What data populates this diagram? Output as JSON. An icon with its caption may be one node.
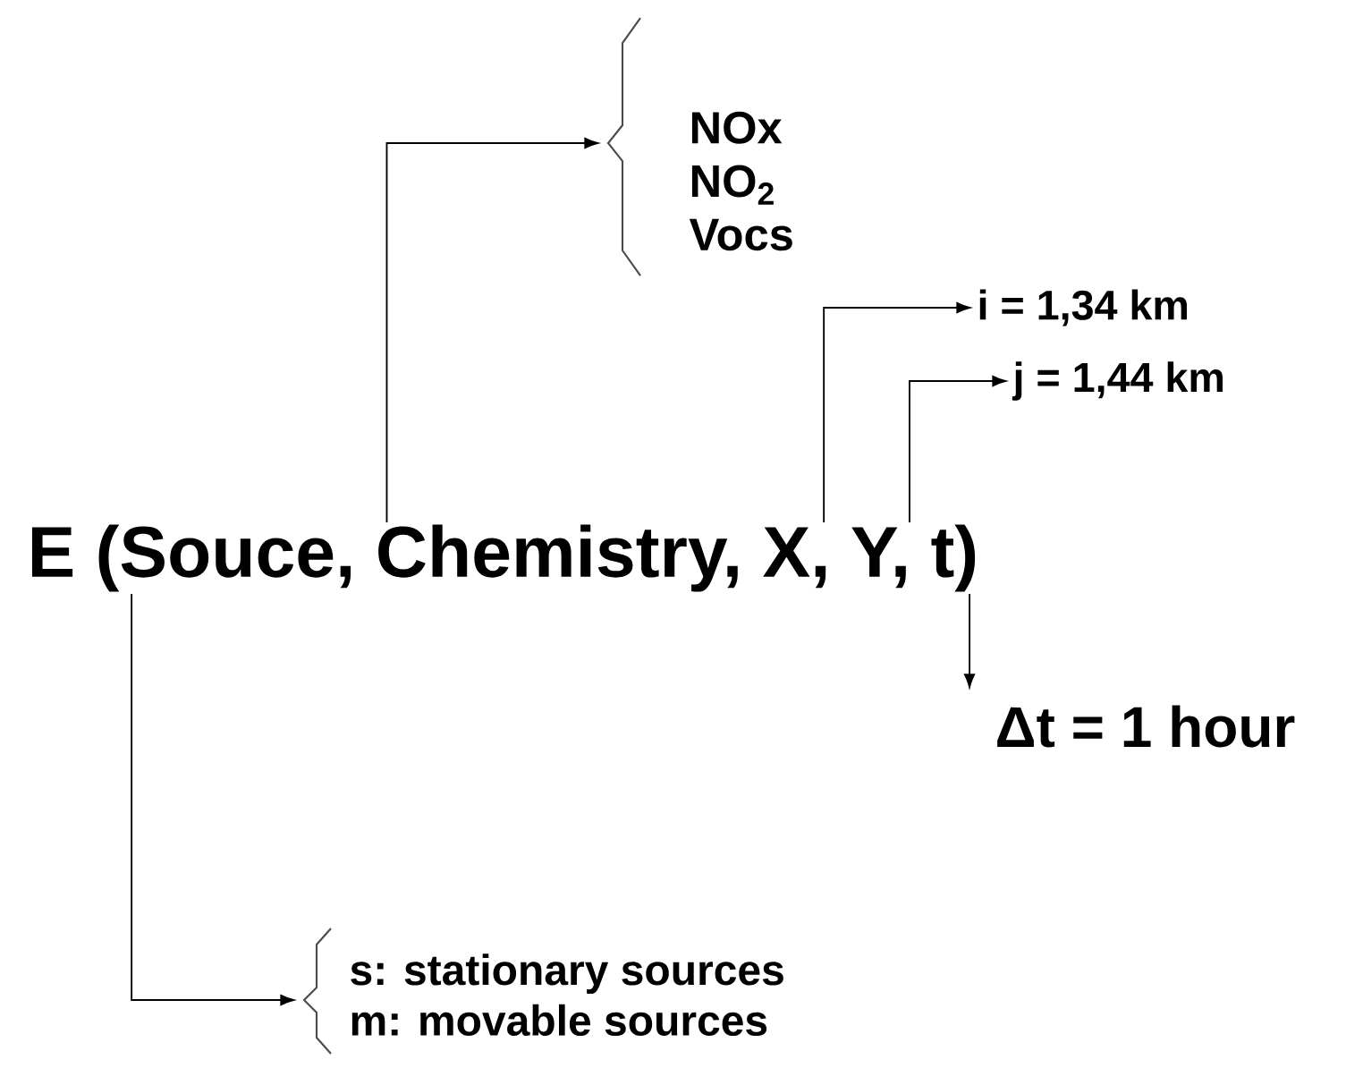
{
  "diagram": {
    "nodes": [
      {
        "text": [
          "E (Souce, Chemistry, X, Y, t)"
        ]
      },
      {
        "text": [
          "NOx",
          "NO$_{2}$",
          "Vocs"
        ]
      },
      {
        "text": [
          "i = 1,34 km"
        ]
      },
      {
        "text": [
          "j = 1,44 km"
        ]
      },
      {
        "text": [
          "Δt = 1 hour"
        ]
      },
      {
        "text": [
          "s: stationary sources",
          "m: movable sources"
        ]
      }
    ],
    "edges": [
      {
        "from": 0,
        "to": 1,
        "arrow": "to"
      },
      {
        "from": 0,
        "to": 2,
        "arrow": "to"
      },
      {
        "from": 0,
        "to": 3,
        "arrow": "to"
      },
      {
        "from": 0,
        "to": 4,
        "arrow": "to"
      },
      {
        "from": 0,
        "to": 5,
        "arrow": "to"
      }
    ]
  }
}
